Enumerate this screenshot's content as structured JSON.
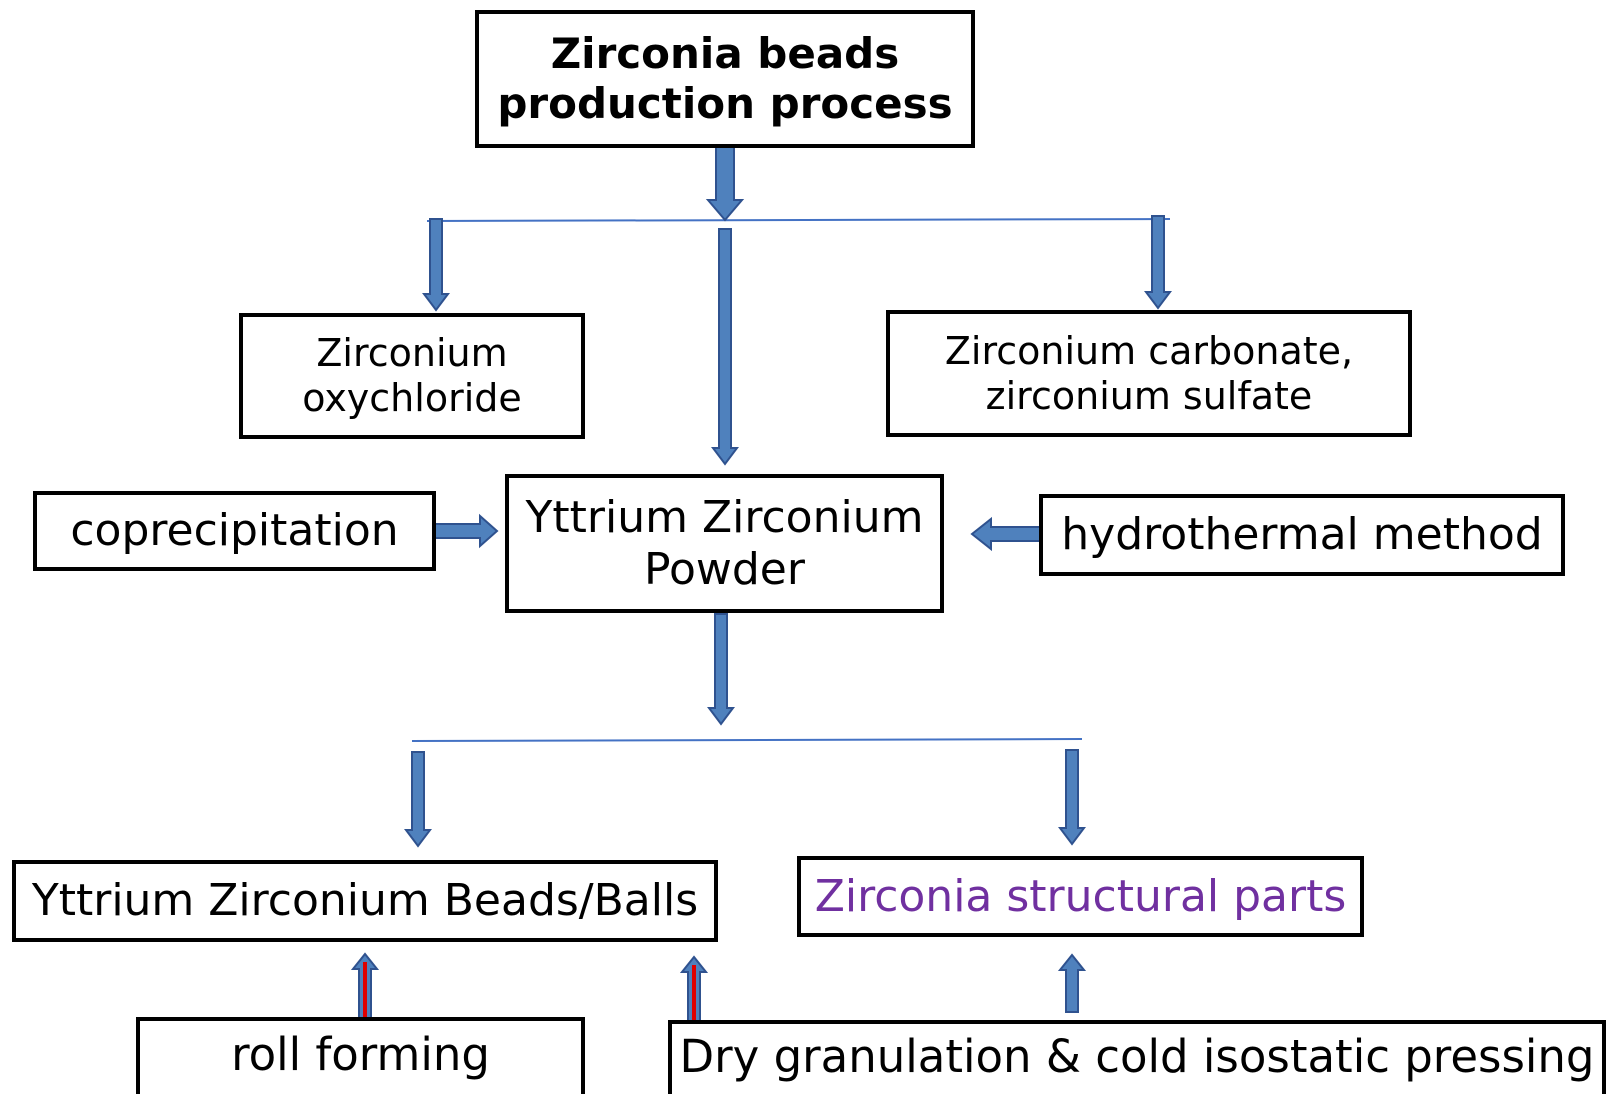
{
  "nodes": {
    "title": {
      "line1": "Zirconia beads",
      "line2": "production process"
    },
    "oxychloride": {
      "line1": "Zirconium",
      "line2": "oxychloride"
    },
    "carbonate": {
      "line1": "Zirconium carbonate,",
      "line2": "zirconium sulfate"
    },
    "powder": {
      "line1": "Yttrium Zirconium",
      "line2": "Powder"
    },
    "coprecipitation": {
      "label": "coprecipitation"
    },
    "hydrothermal": {
      "label": "hydrothermal method"
    },
    "beads": {
      "label": "Yttrium Zirconium Beads/Balls"
    },
    "structural": {
      "label": "Zirconia structural parts"
    },
    "roll": {
      "label": "roll forming"
    },
    "dry": {
      "label": "Dry granulation & cold isostatic pressing"
    }
  },
  "colors": {
    "arrow_fill": "#4f81bd",
    "arrow_stroke": "#2f528f",
    "connector_line": "#4472c4",
    "accent_up_arrow": "#e00000",
    "structural_text": "#7030a0"
  }
}
